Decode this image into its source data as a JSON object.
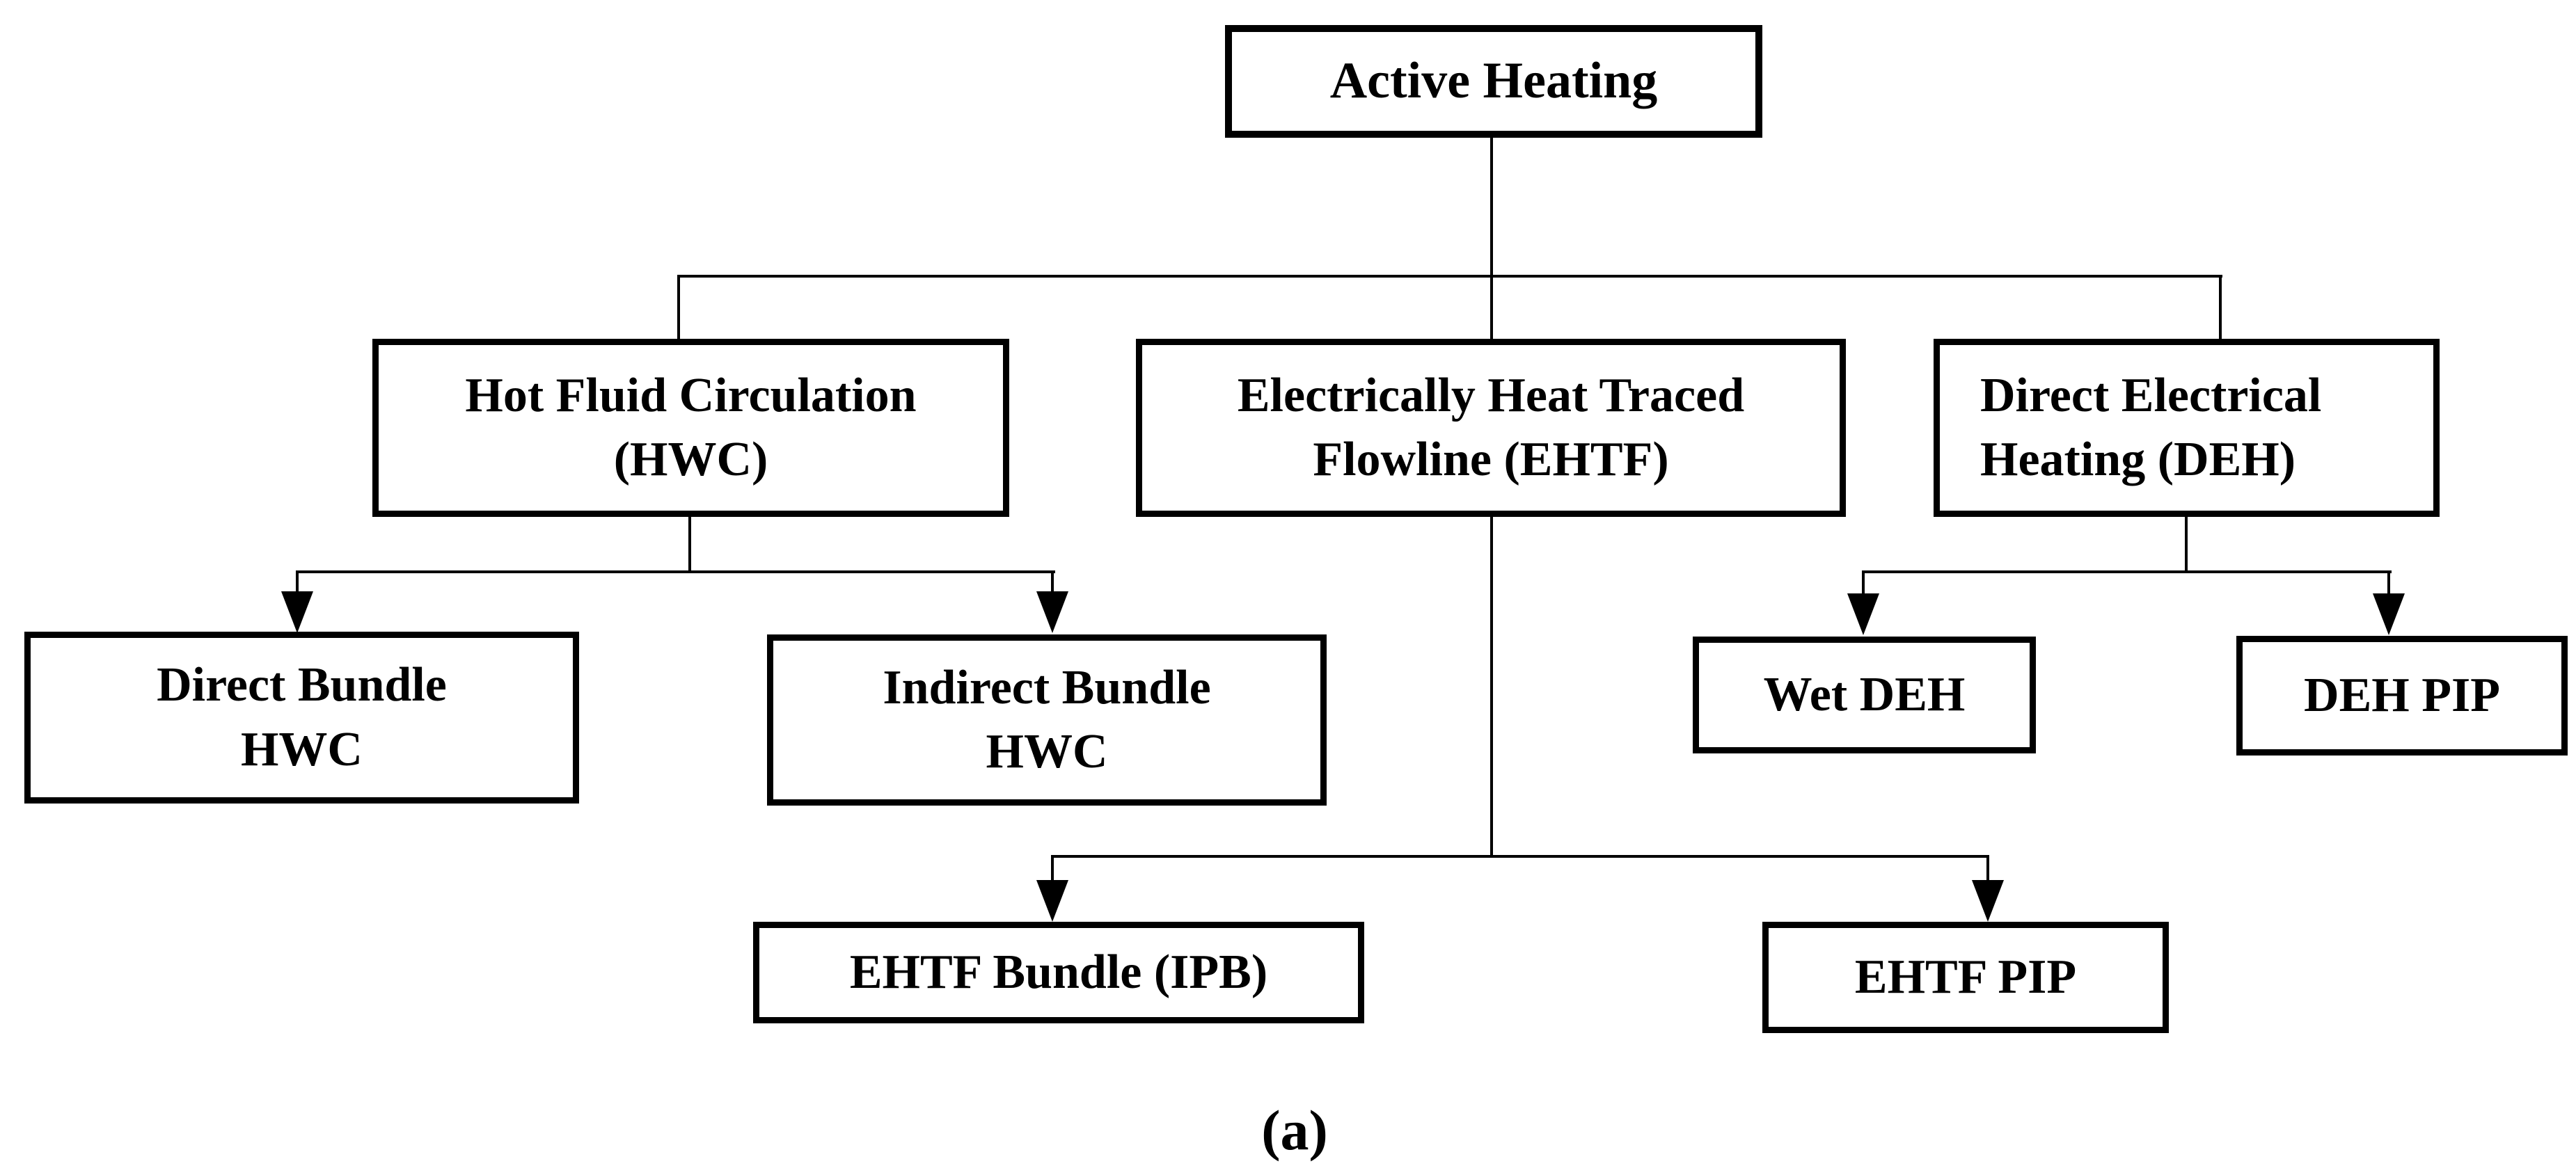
{
  "figure": {
    "caption": "(a)",
    "background_color": "#ffffff",
    "line_color": "#000000",
    "text_color": "#000000"
  },
  "nodes": {
    "active_heating": {
      "label": "Active Heating"
    },
    "hwc": {
      "label": "Hot Fluid Circulation\n(HWC)"
    },
    "ehtf": {
      "label": "Electrically Heat Traced\nFlowline (EHTF)"
    },
    "deh": {
      "label": "Direct Electrical\nHeating (DEH)"
    },
    "direct_bundle_hwc": {
      "label": "Direct Bundle\nHWC"
    },
    "indirect_bundle_hwc": {
      "label": "Indirect Bundle\nHWC"
    },
    "wet_deh": {
      "label": "Wet DEH"
    },
    "deh_pip": {
      "label": "DEH PIP"
    },
    "ehtf_bundle_ipb": {
      "label": "EHTF Bundle (IPB)"
    },
    "ehtf_pip": {
      "label": "EHTF PIP"
    }
  },
  "edges": [
    {
      "from": "active_heating",
      "to": "hwc",
      "arrowhead": false
    },
    {
      "from": "active_heating",
      "to": "ehtf",
      "arrowhead": false
    },
    {
      "from": "active_heating",
      "to": "deh",
      "arrowhead": false
    },
    {
      "from": "hwc",
      "to": "direct_bundle_hwc",
      "arrowhead": true
    },
    {
      "from": "hwc",
      "to": "indirect_bundle_hwc",
      "arrowhead": true
    },
    {
      "from": "deh",
      "to": "wet_deh",
      "arrowhead": true
    },
    {
      "from": "deh",
      "to": "deh_pip",
      "arrowhead": true
    },
    {
      "from": "ehtf",
      "to": "ehtf_bundle_ipb",
      "arrowhead": true
    },
    {
      "from": "ehtf",
      "to": "ehtf_pip",
      "arrowhead": true
    }
  ]
}
